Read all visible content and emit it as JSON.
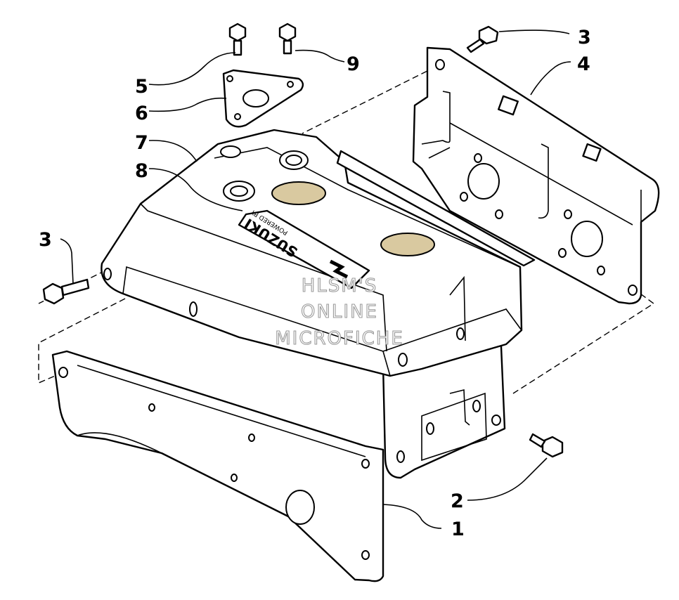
{
  "callouts": [
    {
      "id": "1",
      "label": "1"
    },
    {
      "id": "2",
      "label": "2"
    },
    {
      "id": "3a",
      "label": "3"
    },
    {
      "id": "3b",
      "label": "3"
    },
    {
      "id": "4",
      "label": "4"
    },
    {
      "id": "5",
      "label": "5"
    },
    {
      "id": "6",
      "label": "6"
    },
    {
      "id": "7",
      "label": "7"
    },
    {
      "id": "8",
      "label": "8"
    },
    {
      "id": "9",
      "label": "9"
    }
  ],
  "logo_text": {
    "brand": "SUZUKI",
    "tagline": "POWERED BY"
  },
  "watermark": {
    "line1": "HLSM'S",
    "line2": "ONLINE",
    "line3": "MICROFICHE"
  }
}
